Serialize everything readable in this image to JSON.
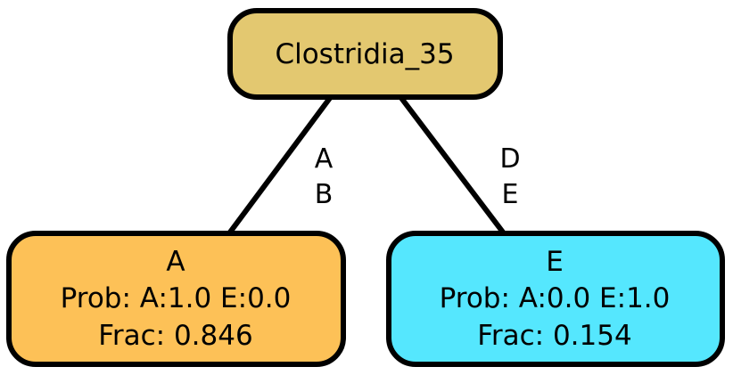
{
  "tree": {
    "root": {
      "label": "Clostridia_35",
      "fill": "#e3c870"
    },
    "left_edge": {
      "label_line1": "A",
      "label_line2": "B"
    },
    "right_edge": {
      "label_line1": "D",
      "label_line2": "E"
    },
    "left_leaf": {
      "title": "A",
      "prob": "Prob: A:1.0 E:0.0",
      "frac": "Frac: 0.846",
      "fill": "#fdc157"
    },
    "right_leaf": {
      "title": "E",
      "prob": "Prob: A:0.0 E:1.0",
      "frac": "Frac: 0.154",
      "fill": "#55e7fe"
    }
  }
}
